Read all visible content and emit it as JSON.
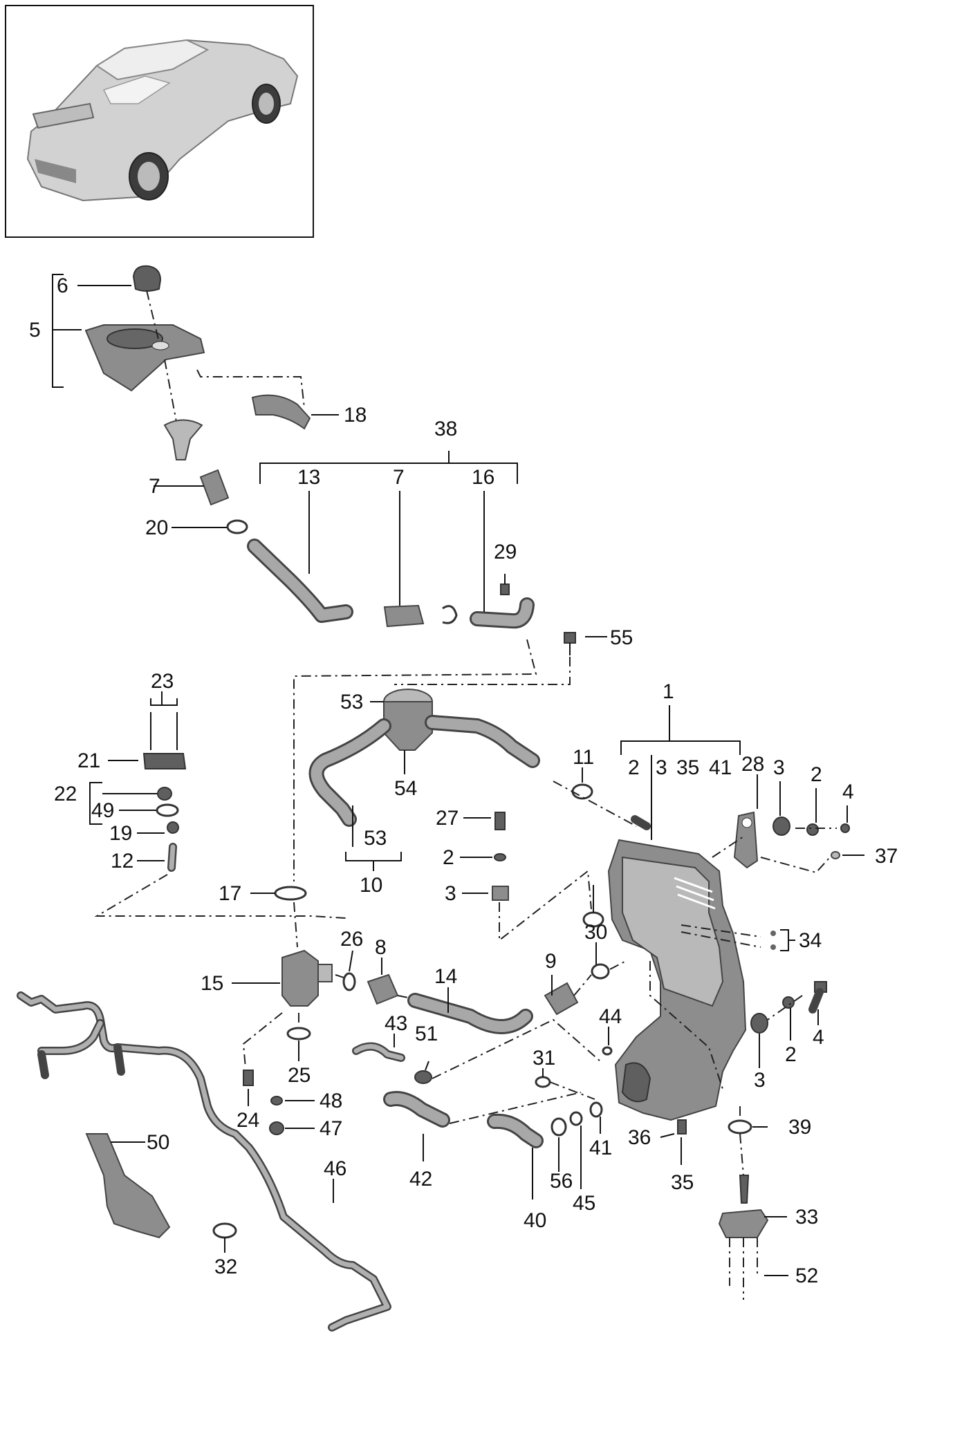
{
  "labels": {
    "l1": "1",
    "l2a": "2",
    "l2b": "2",
    "l2c": "2",
    "l2d": "2",
    "l3a": "3",
    "l3b": "3",
    "l3c": "3",
    "l3d": "3",
    "l4a": "4",
    "l4b": "4",
    "l5": "5",
    "l6": "6",
    "l7a": "7",
    "l7b": "7",
    "l8": "8",
    "l9": "9",
    "l10": "10",
    "l11": "11",
    "l12": "12",
    "l13": "13",
    "l14": "14",
    "l15": "15",
    "l16": "16",
    "l17": "17",
    "l18": "18",
    "l19": "19",
    "l20": "20",
    "l21": "21",
    "l22": "22",
    "l23": "23",
    "l24": "24",
    "l25": "25",
    "l26": "26",
    "l27": "27",
    "l28": "28",
    "l29": "29",
    "l30": "30",
    "l31": "31",
    "l32": "32",
    "l33": "33",
    "l34": "34",
    "l35a": "35",
    "l35b": "35",
    "l36": "36",
    "l37": "37",
    "l38": "38",
    "l39": "39",
    "l40": "40",
    "l41a": "41",
    "l41b": "41",
    "l42": "42",
    "l43": "43",
    "l44": "44",
    "l45": "45",
    "l46": "46",
    "l47": "47",
    "l48": "48",
    "l49": "49",
    "l50": "50",
    "l51": "51",
    "l52": "52",
    "l53a": "53",
    "l53b": "53",
    "l54": "54",
    "l55": "55",
    "l56": "56"
  },
  "colors": {
    "part_fill": "#8d8d8d",
    "part_light": "#b9b9b9",
    "part_dark": "#5f5f5f",
    "line": "#111111"
  }
}
